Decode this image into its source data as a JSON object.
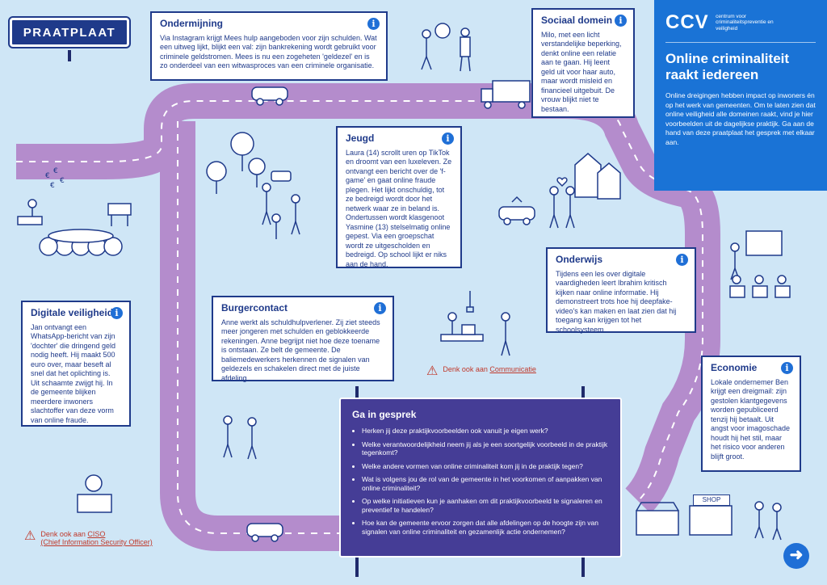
{
  "sign": {
    "label": "PRAATPLAAT"
  },
  "panel": {
    "logo": "CCV",
    "logo_sub": "centrum voor criminaliteitspreventie en veiligheid",
    "title": "Online criminaliteit raakt iedereen",
    "text": "Online dreigingen hebben impact op inwoners én op het werk van gemeenten. Om te laten zien dat online veiligheid alle domeinen raakt, vind je hier voorbeelden uit de dagelijkse praktijk. Ga aan de hand van deze praatplaat het gesprek met elkaar aan."
  },
  "cards": {
    "ondermijning": {
      "title": "Ondermijning",
      "text": "Via Instagram krijgt Mees hulp aangeboden voor zijn schulden. Wat een uitweg lijkt, blijkt een val: zijn bankrekening wordt gebruikt voor criminele geldstromen. Mees is nu een zogeheten 'geldezel' en is zo onderdeel van een witwasproces van een criminele organisatie."
    },
    "sociaal": {
      "title": "Sociaal domein",
      "text": "Milo, met een licht verstandelijke beperking, denkt online een relatie aan te gaan. Hij leent geld uit voor haar auto, maar wordt misleid en financieel uitgebuit. De vrouw blijkt niet te bestaan."
    },
    "jeugd": {
      "title": "Jeugd",
      "text": "Laura (14) scrollt uren op TikTok en droomt van een luxeleven. Ze ontvangt een bericht over de 'f-game' en gaat online fraude plegen. Het lijkt onschuldig, tot ze bedreigd wordt door het netwerk waar ze in beland is. Ondertussen wordt klasgenoot Yasmine (13) stelselmatig online gepest. Via een groepschat wordt ze uitgescholden en bedreigd. Op school lijkt er niks aan de hand."
    },
    "onderwijs": {
      "title": "Onderwijs",
      "text": "Tijdens een les over digitale vaardigheden leert Ibrahim kritisch kijken naar online informatie. Hij demonstreert trots hoe hij deepfake-video's kan maken en laat zien dat hij toegang kan krijgen tot het schoolsysteem."
    },
    "digitaal": {
      "title": "Digitale veiligheid",
      "text": "Jan ontvangt een WhatsApp-bericht van zijn 'dochter' die dringend geld nodig heeft. Hij maakt 500 euro over, maar beseft al snel dat het oplichting is. Uit schaamte zwijgt hij. In de gemeente blijken meerdere inwoners slachtoffer van deze vorm van online fraude."
    },
    "burger": {
      "title": "Burgercontact",
      "text": "Anne werkt als schuldhulpverlener. Zij ziet steeds meer jongeren met schulden en geblokkeerde rekeningen. Anne begrijpt niet hoe deze toename is ontstaan. Ze belt de gemeente. De baliemedewerkers herkennen de signalen van geldezels en schakelen direct met de juiste afdeling."
    },
    "economie": {
      "title": "Economie",
      "text": "Lokale ondernemer Ben krijgt een dreigmail: zijn gestolen klantgegevens worden gepubliceerd tenzij hij betaalt. Uit angst voor imagoschade houdt hij het stil, maar het risico voor anderen blijft groot."
    }
  },
  "gesprek": {
    "title": "Ga in gesprek",
    "questions": [
      "Herken jij deze praktijkvoorbeelden ook vanuit je eigen werk?",
      "Welke verantwoordelijkheid neem jij als je een soortgelijk voorbeeld in de praktijk tegenkomt?",
      "Welke andere vormen van online criminaliteit kom jij in de praktijk tegen?",
      "Wat is volgens jou de rol van de gemeente in het voorkomen of aanpakken van online criminaliteit?",
      "Op welke initiatieven kun je aanhaken om dit praktijkvoorbeeld te signaleren en preventief te handelen?",
      "Hoe kan de gemeente ervoor zorgen dat alle afdelingen op de hoogte zijn van signalen van online criminaliteit en gezamenlijk actie ondernemen?"
    ]
  },
  "warnings": {
    "communicatie": {
      "prefix": "Denk ook aan ",
      "link": "Communicatie"
    },
    "ciso": {
      "prefix": "Denk ook aan ",
      "link": "CISO",
      "link2": "(Chief Information Security Officer)"
    }
  },
  "shop_sign": "SHOP",
  "icons": {
    "info": "info-icon",
    "warning": "warning-triangle-icon",
    "next": "arrow-right-icon"
  },
  "colors": {
    "road": "#b48ccc",
    "navy": "#1f3a8a",
    "accent": "#1a73d6",
    "gesprek": "#453d96",
    "background": "#cfe6f6"
  }
}
